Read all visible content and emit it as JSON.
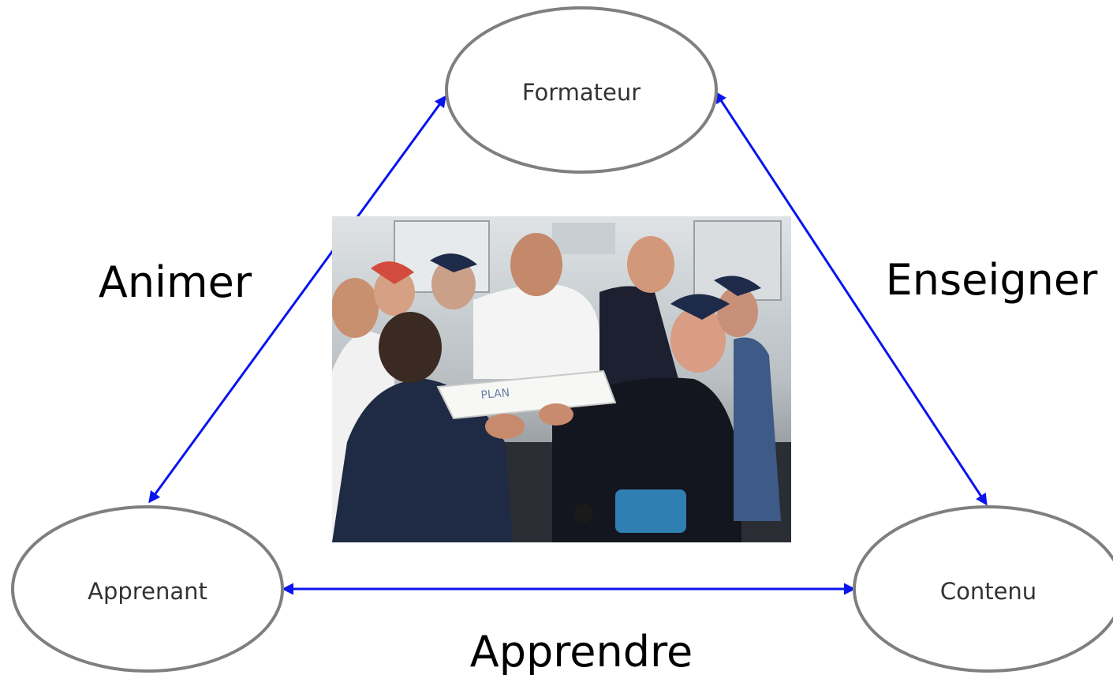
{
  "nodes": {
    "trainer": "Formateur",
    "learner": "Apprenant",
    "content": "Contenu"
  },
  "edges": {
    "left": "Animer",
    "right": "Enseigner",
    "bottom": "Apprendre"
  },
  "photo": {
    "description_icon": "photo-icon",
    "whiteboard_scribble": "PLAN"
  },
  "colors": {
    "arrow": "#0a14ee",
    "node_stroke": "#7f7f7f",
    "node_text": "#333333"
  }
}
